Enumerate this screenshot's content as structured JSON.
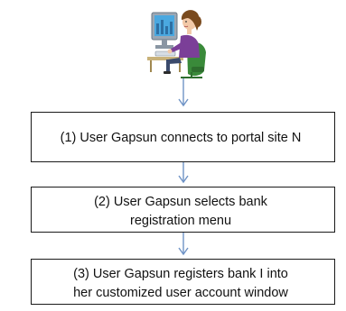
{
  "diagram": {
    "steps": [
      {
        "lines": [
          "(1) User  Gapsun  connects to portal site N"
        ]
      },
      {
        "lines": [
          "(2) User Gapsun selects  bank",
          "registration  menu"
        ]
      },
      {
        "lines": [
          "(3) User Gapsun registers bank I into",
          "her customized  user account window"
        ]
      }
    ],
    "colors": {
      "arrow": "#6f93c6",
      "box_border": "#1a1a1a",
      "skin": "#f2c9a8",
      "hair": "#7a4a1e",
      "shirt": "#7b3f98",
      "monitor_frame": "#9aa7b4",
      "monitor_screen": "#4aa8e0",
      "chair": "#3a8a3a"
    },
    "icon": "user-at-computer-icon"
  }
}
